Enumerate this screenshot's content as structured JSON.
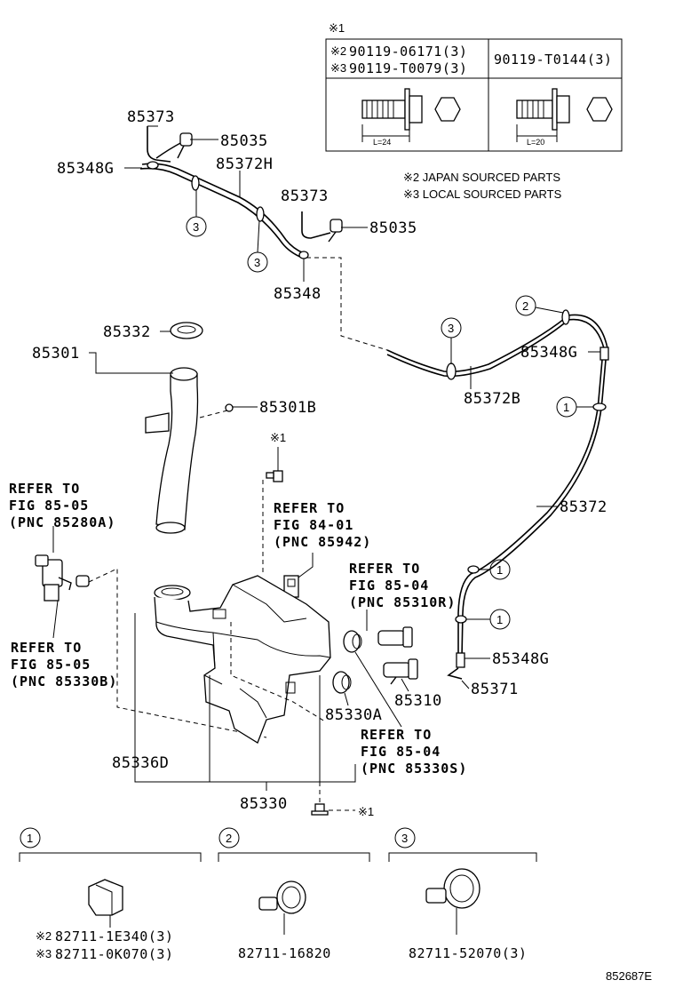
{
  "table": {
    "header": "※1",
    "col1_rows": [
      {
        "mark": "※2",
        "part": "90119-06171(3)"
      },
      {
        "mark": "※3",
        "part": "90119-T0079(3)"
      }
    ],
    "col2": "90119-T0144(3)",
    "dim1": "L=24",
    "dim2": "L=20"
  },
  "notes": [
    "※2 JAPAN SOURCED PARTS",
    "※3 LOCAL SOURCED PARTS"
  ],
  "labels": {
    "p85373_a": "85373",
    "p85035_a": "85035",
    "p85348G_a": "85348G",
    "p85372H": "85372H",
    "p85373_b": "85373",
    "p85035_b": "85035",
    "p85348": "85348",
    "p85332": "85332",
    "p85301": "85301",
    "p85301B": "85301B",
    "p85372B": "85372B",
    "p85348G_b": "85348G",
    "p85372": "85372",
    "p85348G_c": "85348G",
    "p85371": "85371",
    "p85310": "85310",
    "p85330A": "85330A",
    "p85336D": "85336D",
    "p85330": "85330",
    "mark1_top": "※1",
    "mark1_bottom": "※1"
  },
  "refers": {
    "r1": [
      "REFER TO",
      "FIG 85-05",
      "(PNC 85280A)"
    ],
    "r2": [
      "REFER TO",
      "FIG 84-01",
      "(PNC 85942)"
    ],
    "r3": [
      "REFER TO",
      "FIG 85-04",
      "(PNC 85310R)"
    ],
    "r4": [
      "REFER TO",
      "FIG 85-05",
      "(PNC 85330B)"
    ],
    "r5": [
      "REFER TO",
      "FIG 85-04",
      "(PNC 85330S)"
    ]
  },
  "callouts": {
    "c3a": "3",
    "c3b": "3",
    "c3c": "3",
    "c2": "2",
    "c1a": "1",
    "c1b": "1",
    "c1c": "1"
  },
  "clamps": {
    "k1": {
      "num": "1",
      "lines": [
        {
          "mark": "※2",
          "part": "82711-1E340(3)"
        },
        {
          "mark": "※3",
          "part": "82711-0K070(3)"
        }
      ]
    },
    "k2": {
      "num": "2",
      "part": "82711-16820"
    },
    "k3": {
      "num": "3",
      "part": "82711-52070(3)"
    }
  },
  "figure_id": "852687E"
}
